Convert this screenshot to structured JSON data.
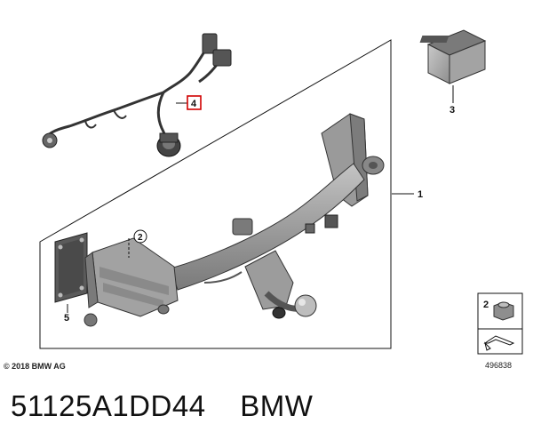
{
  "callouts": {
    "c1": "1",
    "c2": "2",
    "c3": "3",
    "c4": "4",
    "c5": "5",
    "legend_num": "2"
  },
  "copyright": "© 2018 BMW AG",
  "diagram_id": "496838",
  "footer": {
    "part_number": "51125A1DD44",
    "brand": "BMW"
  },
  "colors": {
    "part_fill": "#a9a9a9",
    "part_dark": "#6f6f6f",
    "highlight": "#d00000",
    "line": "#111111"
  }
}
